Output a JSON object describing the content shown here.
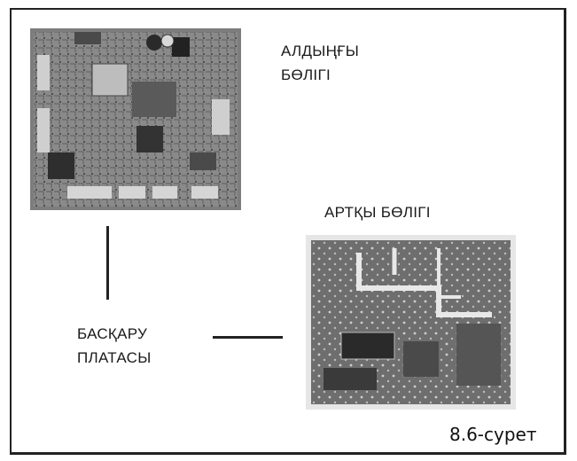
{
  "labels": {
    "front": [
      "АЛДЫҢҒЫ",
      "БӨЛІГІ"
    ],
    "back": "АРТҚЫ БӨЛІГІ",
    "control_board": [
      "БАСҚАРУ",
      "ПЛАТАСЫ"
    ]
  },
  "caption": "8.6-сурет",
  "images": {
    "front_pcb": "circuit-board-front-photo",
    "back_pcb": "circuit-board-back-photo"
  }
}
